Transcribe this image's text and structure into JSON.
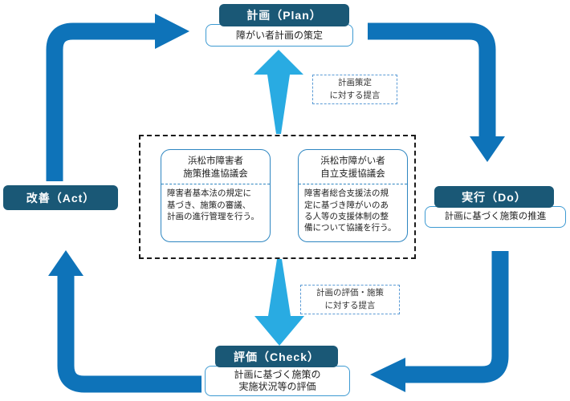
{
  "stages": {
    "plan": {
      "label": "計画（Plan）",
      "detail": "障がい者計画の策定"
    },
    "do": {
      "label": "実行（Do）",
      "detail": "計画に基づく施策の推進"
    },
    "check": {
      "label": "評価（Check）",
      "detail_lines": [
        "計画に基づく施策の",
        "実施状況等の評価"
      ]
    },
    "act": {
      "label": "改善（Act）"
    }
  },
  "councils": [
    {
      "name_lines": [
        "浜松市障害者",
        "施策推進協議会"
      ],
      "desc_lines": [
        "障害者基本法の規定に",
        "基づき、施策の審議、",
        "計画の進行管理を行う。"
      ]
    },
    {
      "name_lines": [
        "浜松市障がい者",
        "自立支援協議会"
      ],
      "desc_lines": [
        "障害者総合支援法の規",
        "定に基づき障がいのあ",
        "る人等の支援体制の整",
        "備について協議を行う。"
      ]
    }
  ],
  "notes": {
    "plan_note_lines": [
      "計画策定",
      "に対する提言"
    ],
    "check_note_lines": [
      "計画の評価・施策",
      "に対する提言"
    ]
  },
  "colors": {
    "stage_header_bg": "#1a5876",
    "cycle_arrow": "#0e73b9",
    "suggestion_arrow": "#29abe2",
    "box_border": "#2e86c1",
    "dashed_frame": "#1a1a1a"
  }
}
